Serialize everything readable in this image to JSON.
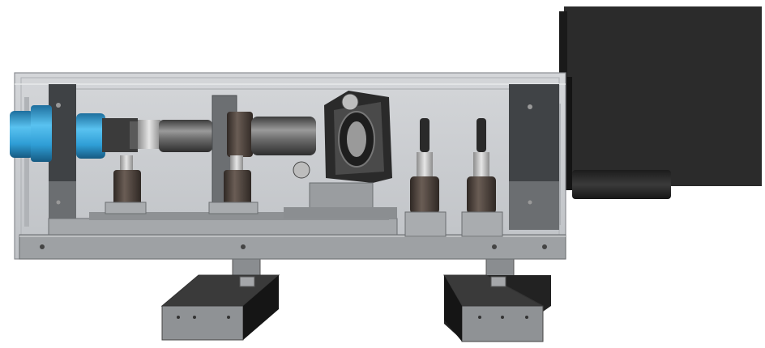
{
  "diagram": {
    "kind": "cad-render-optical-bench",
    "labels": [],
    "components": [
      {
        "name": "enclosure",
        "icon": "transparent-housing"
      },
      {
        "name": "base-plate",
        "icon": "plate"
      },
      {
        "name": "camera-sensor",
        "icon": "blue-camera"
      },
      {
        "name": "objective-lens-assembly",
        "icon": "lens-tube"
      },
      {
        "name": "kinematic-mirror-mount",
        "icon": "mirror-mount"
      },
      {
        "name": "post-holders",
        "icon": "post-holder"
      },
      {
        "name": "light-source-box",
        "icon": "black-housing"
      },
      {
        "name": "support-feet",
        "icon": "bench-foot"
      }
    ],
    "colors": {
      "camera_blue": "#2f9ed6",
      "dark_metal": "#4a423c",
      "gray_metal": "#8c8c8c",
      "housing_black": "#2b2b2b",
      "glass": "#c9ccd0"
    }
  }
}
